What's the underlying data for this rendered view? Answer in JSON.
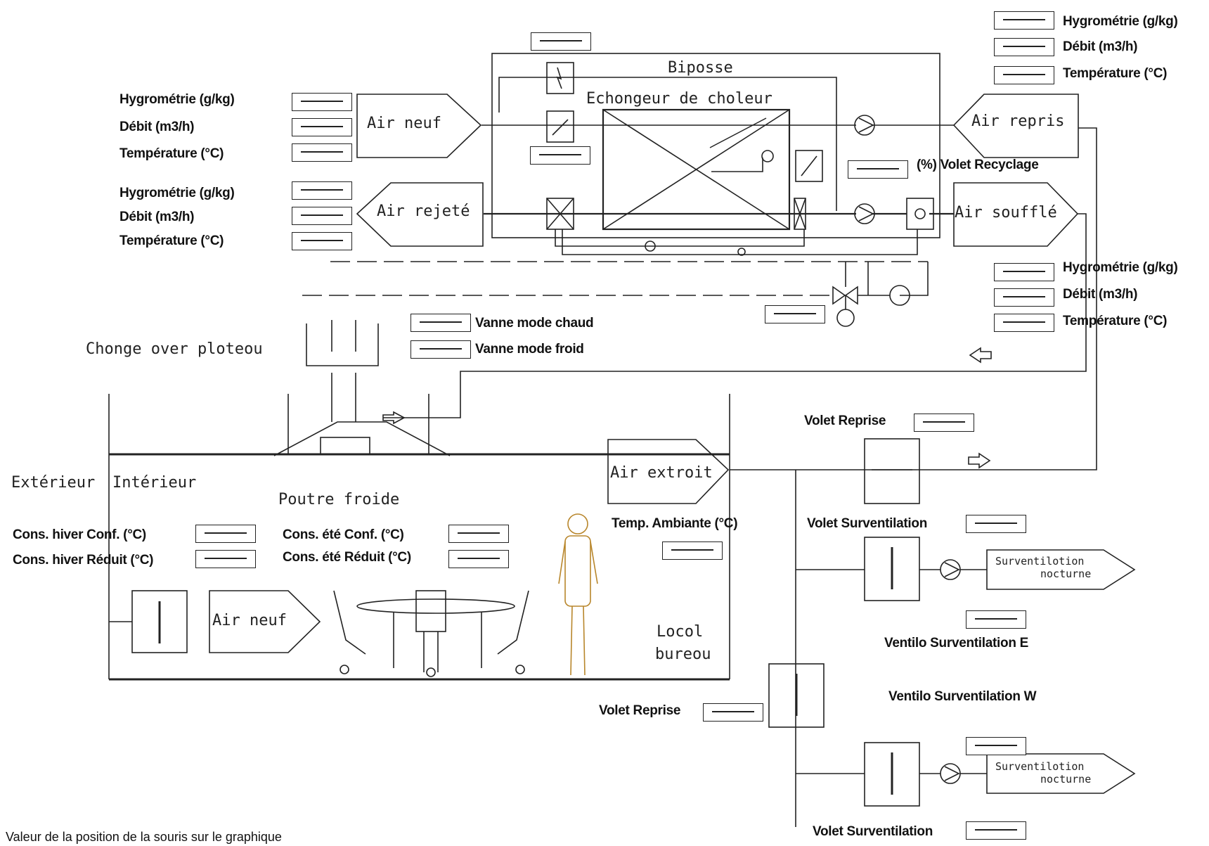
{
  "hmi": {
    "top_right": {
      "hygro": "Hygrométrie (g/kg)",
      "debit": "Débit (m3/h)",
      "temp": "Température (°C)"
    },
    "air_neuf": {
      "hygro": "Hygrométrie (g/kg)",
      "debit": "Débit (m3/h)",
      "temp": "Température (°C)"
    },
    "air_rejete": {
      "hygro": "Hygrométrie (g/kg)",
      "debit": "Débit (m3/h)",
      "temp": "Température (°C)"
    },
    "soufle": {
      "hygro": "Hygrométrie (g/kg)",
      "debit": "Débit (m3/h)",
      "temp": "Température (°C)"
    },
    "volet_recyclage": "(%) Volet Recyclage",
    "vanne_chaud": "Vanne mode chaud",
    "vanne_froid": "Vanne mode froid",
    "volet_reprise_1": "Volet Reprise",
    "volet_reprise_2": "Volet Reprise",
    "volet_surv_1": "Volet Surventilation",
    "volet_surv_2": "Volet Surventilation",
    "temp_ambiante": "Temp. Ambiante (°C)",
    "ventilo_e": "Ventilo Surventilation E",
    "ventilo_w": "Ventilo Surventilation W",
    "cons_hiver_conf": "Cons. hiver Conf. (°C)",
    "cons_hiver_red": "Cons. hiver Réduit (°C)",
    "cons_ete_conf": "Cons. été Conf. (°C)",
    "cons_ete_red": "Cons. été Réduit (°C)",
    "mouse_value": "Valeur de la position de la souris sur le graphique"
  },
  "cad": {
    "biposse": "Biposse",
    "echangeur": "Echongeur de choleur",
    "air_neuf": "Air neuf",
    "air_repris": "Air repris",
    "air_rejete": "Air rejeté",
    "air_souffle": "Air soufflé",
    "change_over": "Chonge over ploteou",
    "exterieur": "Extérieur",
    "interieur": "Intérieur",
    "poutre_froide": "Poutre froide",
    "air_extrait": "Air extroit",
    "air_neuf_local": "Air neuf",
    "local": "Locol",
    "bureau": "bureou",
    "surv_1a": "Surventilotion",
    "surv_1b": "nocturne",
    "surv_2a": "Surventilotion",
    "surv_2b": "nocturne"
  }
}
